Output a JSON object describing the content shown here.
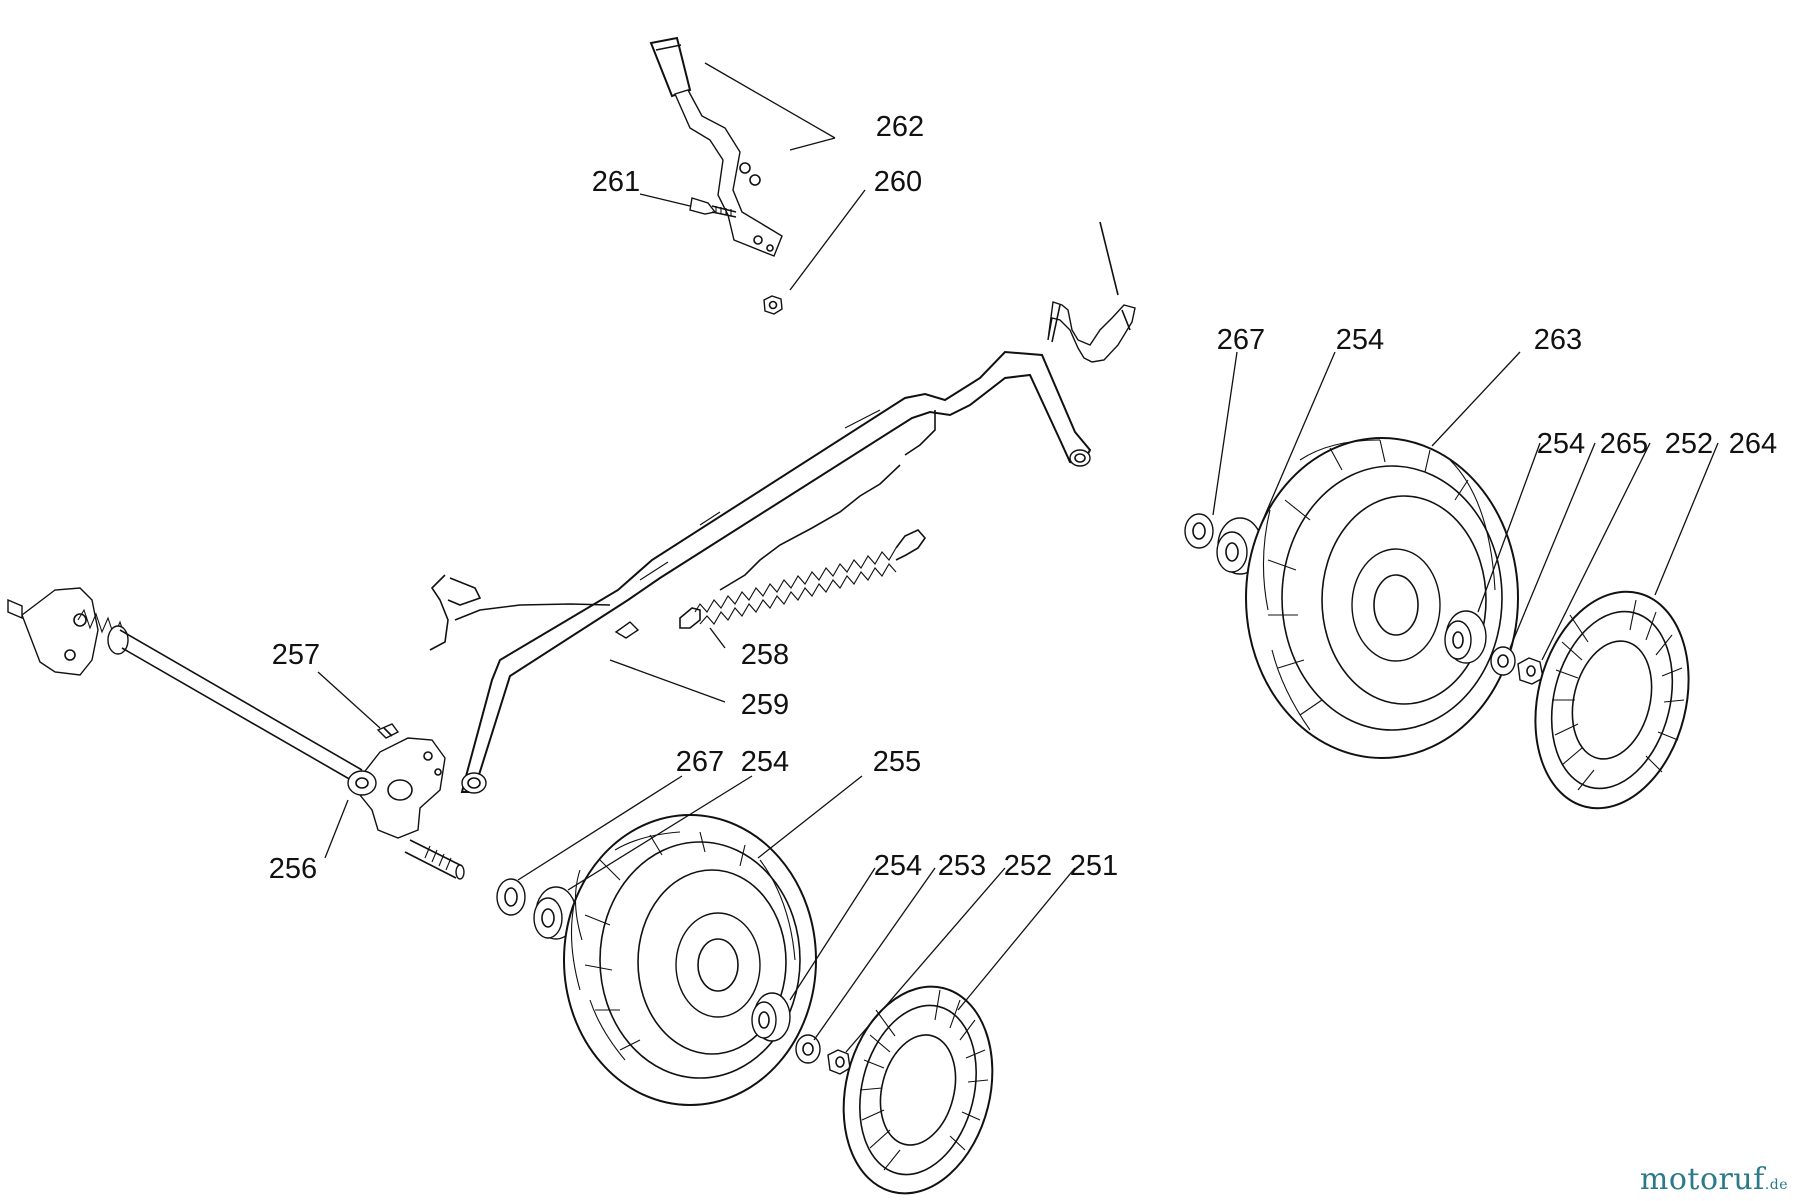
{
  "diagram": {
    "part_labels": {
      "p262": "262",
      "p261": "261",
      "p260": "260",
      "p267a": "267",
      "p254a": "254",
      "p263": "263",
      "p254b": "254",
      "p265": "265",
      "p252a": "252",
      "p264": "264",
      "p257": "257",
      "p258": "258",
      "p259": "259",
      "p267b": "267",
      "p254c": "254",
      "p255": "255",
      "p256": "256",
      "p254d": "254",
      "p253": "253",
      "p252b": "252",
      "p251": "251"
    }
  },
  "watermark": {
    "name": "motoruf",
    "tld": ".de"
  }
}
